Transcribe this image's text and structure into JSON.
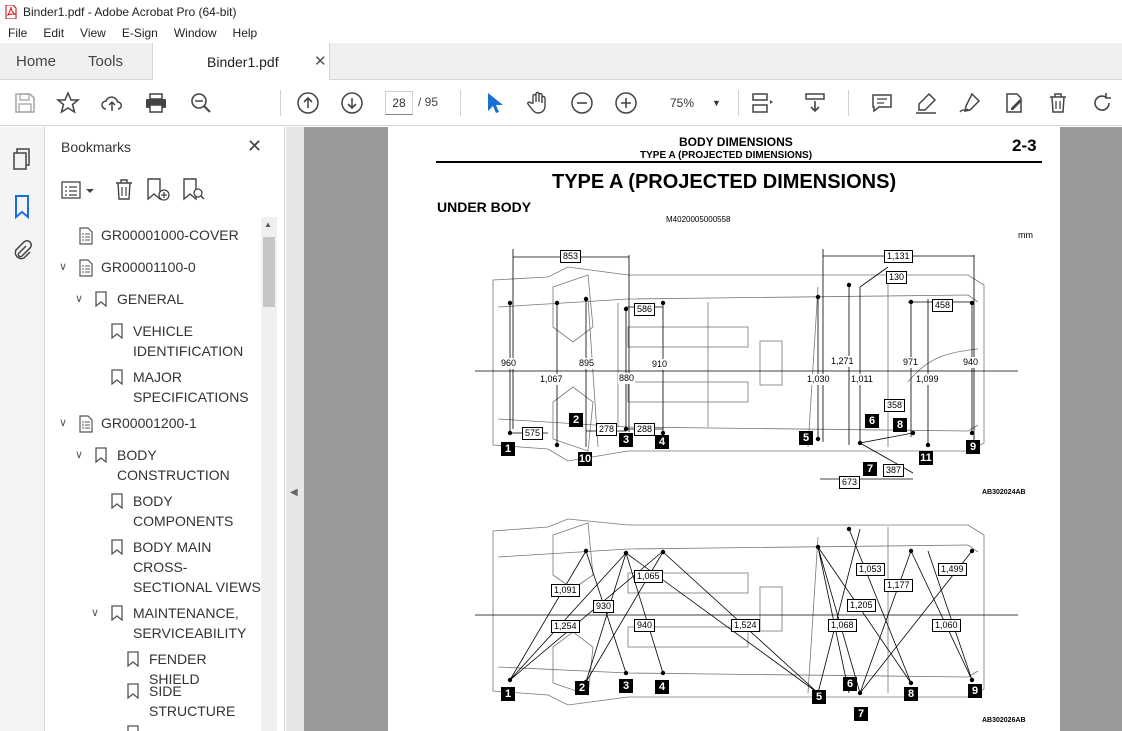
{
  "window": {
    "title": "Binder1.pdf - Adobe Acrobat Pro (64-bit)"
  },
  "menu": [
    "File",
    "Edit",
    "View",
    "E-Sign",
    "Window",
    "Help"
  ],
  "tabs": {
    "home": "Home",
    "tools": "Tools",
    "document": "Binder1.pdf"
  },
  "toolbar": {
    "page_current": "28",
    "page_total": "/ 95",
    "zoom": "75%"
  },
  "bookmarks": {
    "title": "Bookmarks",
    "items": [
      {
        "label": "GR00001000-COVER"
      },
      {
        "label": "GR00001100-0"
      },
      {
        "label": "GENERAL"
      },
      {
        "label": "VEHICLE IDENTIFICATION"
      },
      {
        "label": "MAJOR SPECIFICATIONS"
      },
      {
        "label": "GR00001200-1"
      },
      {
        "label": "BODY CONSTRUCTION"
      },
      {
        "label": "BODY COMPONENTS"
      },
      {
        "label": "BODY MAIN CROSS-SECTIONAL VIEWS"
      },
      {
        "label": "MAINTENANCE, SERVICEABILITY"
      },
      {
        "label": "FENDER SHIELD"
      },
      {
        "label": "SIDE STRUCTURE"
      }
    ]
  },
  "page": {
    "header_title": "BODY DIMENSIONS",
    "header_sub": "TYPE A (PROJECTED DIMENSIONS)",
    "page_number": "2-3",
    "main_title": "TYPE A (PROJECTED DIMENSIONS)",
    "section": "UNDER BODY",
    "doc_code": "M4020005000558",
    "unit": "mm",
    "fig1_code": "AB302024AB",
    "fig2_code": "AB302026AB",
    "fig1_dims": [
      "853",
      "1,131",
      "130",
      "586",
      "458",
      "960",
      "895",
      "1,067",
      "880",
      "910",
      "1,271",
      "1,030",
      "1,011",
      "971",
      "1,099",
      "940",
      "575",
      "278",
      "288",
      "358",
      "387",
      "673"
    ],
    "fig1_points": [
      "1",
      "2",
      "3",
      "4",
      "5",
      "6",
      "7",
      "8",
      "9",
      "10",
      "11"
    ],
    "fig2_dims": [
      "1,091",
      "1,065",
      "930",
      "1,254",
      "940",
      "1,524",
      "1,053",
      "1,177",
      "1,499",
      "1,205",
      "1,068",
      "1,060"
    ],
    "fig2_points": [
      "1",
      "2",
      "3",
      "4",
      "5",
      "6",
      "7",
      "8",
      "9"
    ]
  }
}
